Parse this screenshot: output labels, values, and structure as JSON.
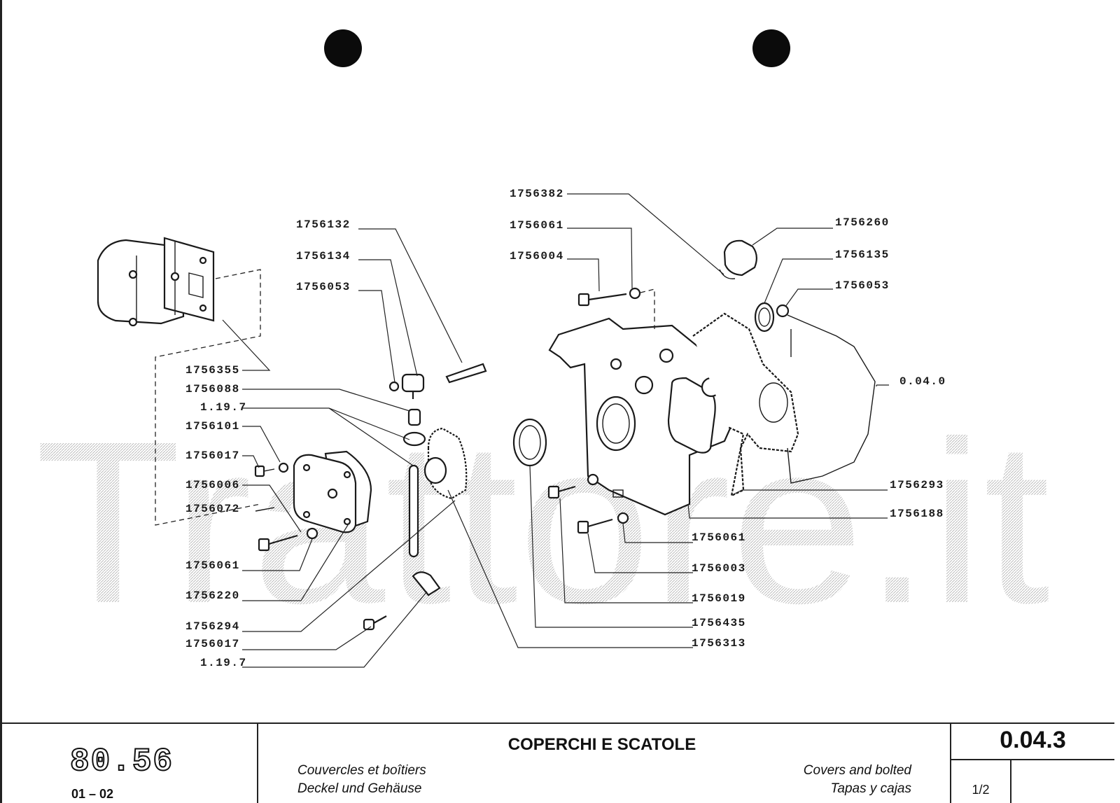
{
  "labels": {
    "l_1756382": "1756382",
    "l_1756061_top": "1756061",
    "l_1756004": "1756004",
    "l_1756260": "1756260",
    "l_1756135": "1756135",
    "l_1756053_right": "1756053",
    "l_1756132": "1756132",
    "l_1756134": "1756134",
    "l_1756053_left": "1756053",
    "l_0040": "0.04.0",
    "l_1756355": "1756355",
    "l_1756088": "1756088",
    "l_1197_top": "1.19.7",
    "l_1756101": "1756101",
    "l_1756017_top": "1756017",
    "l_1756006": "1756006",
    "l_1756072": "1756072",
    "l_1756061_left": "1756061",
    "l_1756220": "1756220",
    "l_1756294": "1756294",
    "l_1756017_bottom": "1756017",
    "l_1197_bottom": "1.19.7",
    "l_1756293": "1756293",
    "l_1756188": "1756188",
    "l_1756061_mid": "1756061",
    "l_1756003": "1756003",
    "l_1756019": "1756019",
    "l_1756435": "1756435",
    "l_1756313": "1756313"
  },
  "watermark": "Trattore.it",
  "title_block": {
    "model_logo": "80.56",
    "pages": "01 – 02",
    "title_it": "COPERCHI E SCATOLE",
    "title_fr": "Couvercles et boîtiers",
    "title_de": "Deckel und Gehäuse",
    "title_en": "Covers and bolted",
    "title_es": "Tapas y cajas",
    "section_code": "0.04.3",
    "sheet": "1/2"
  }
}
